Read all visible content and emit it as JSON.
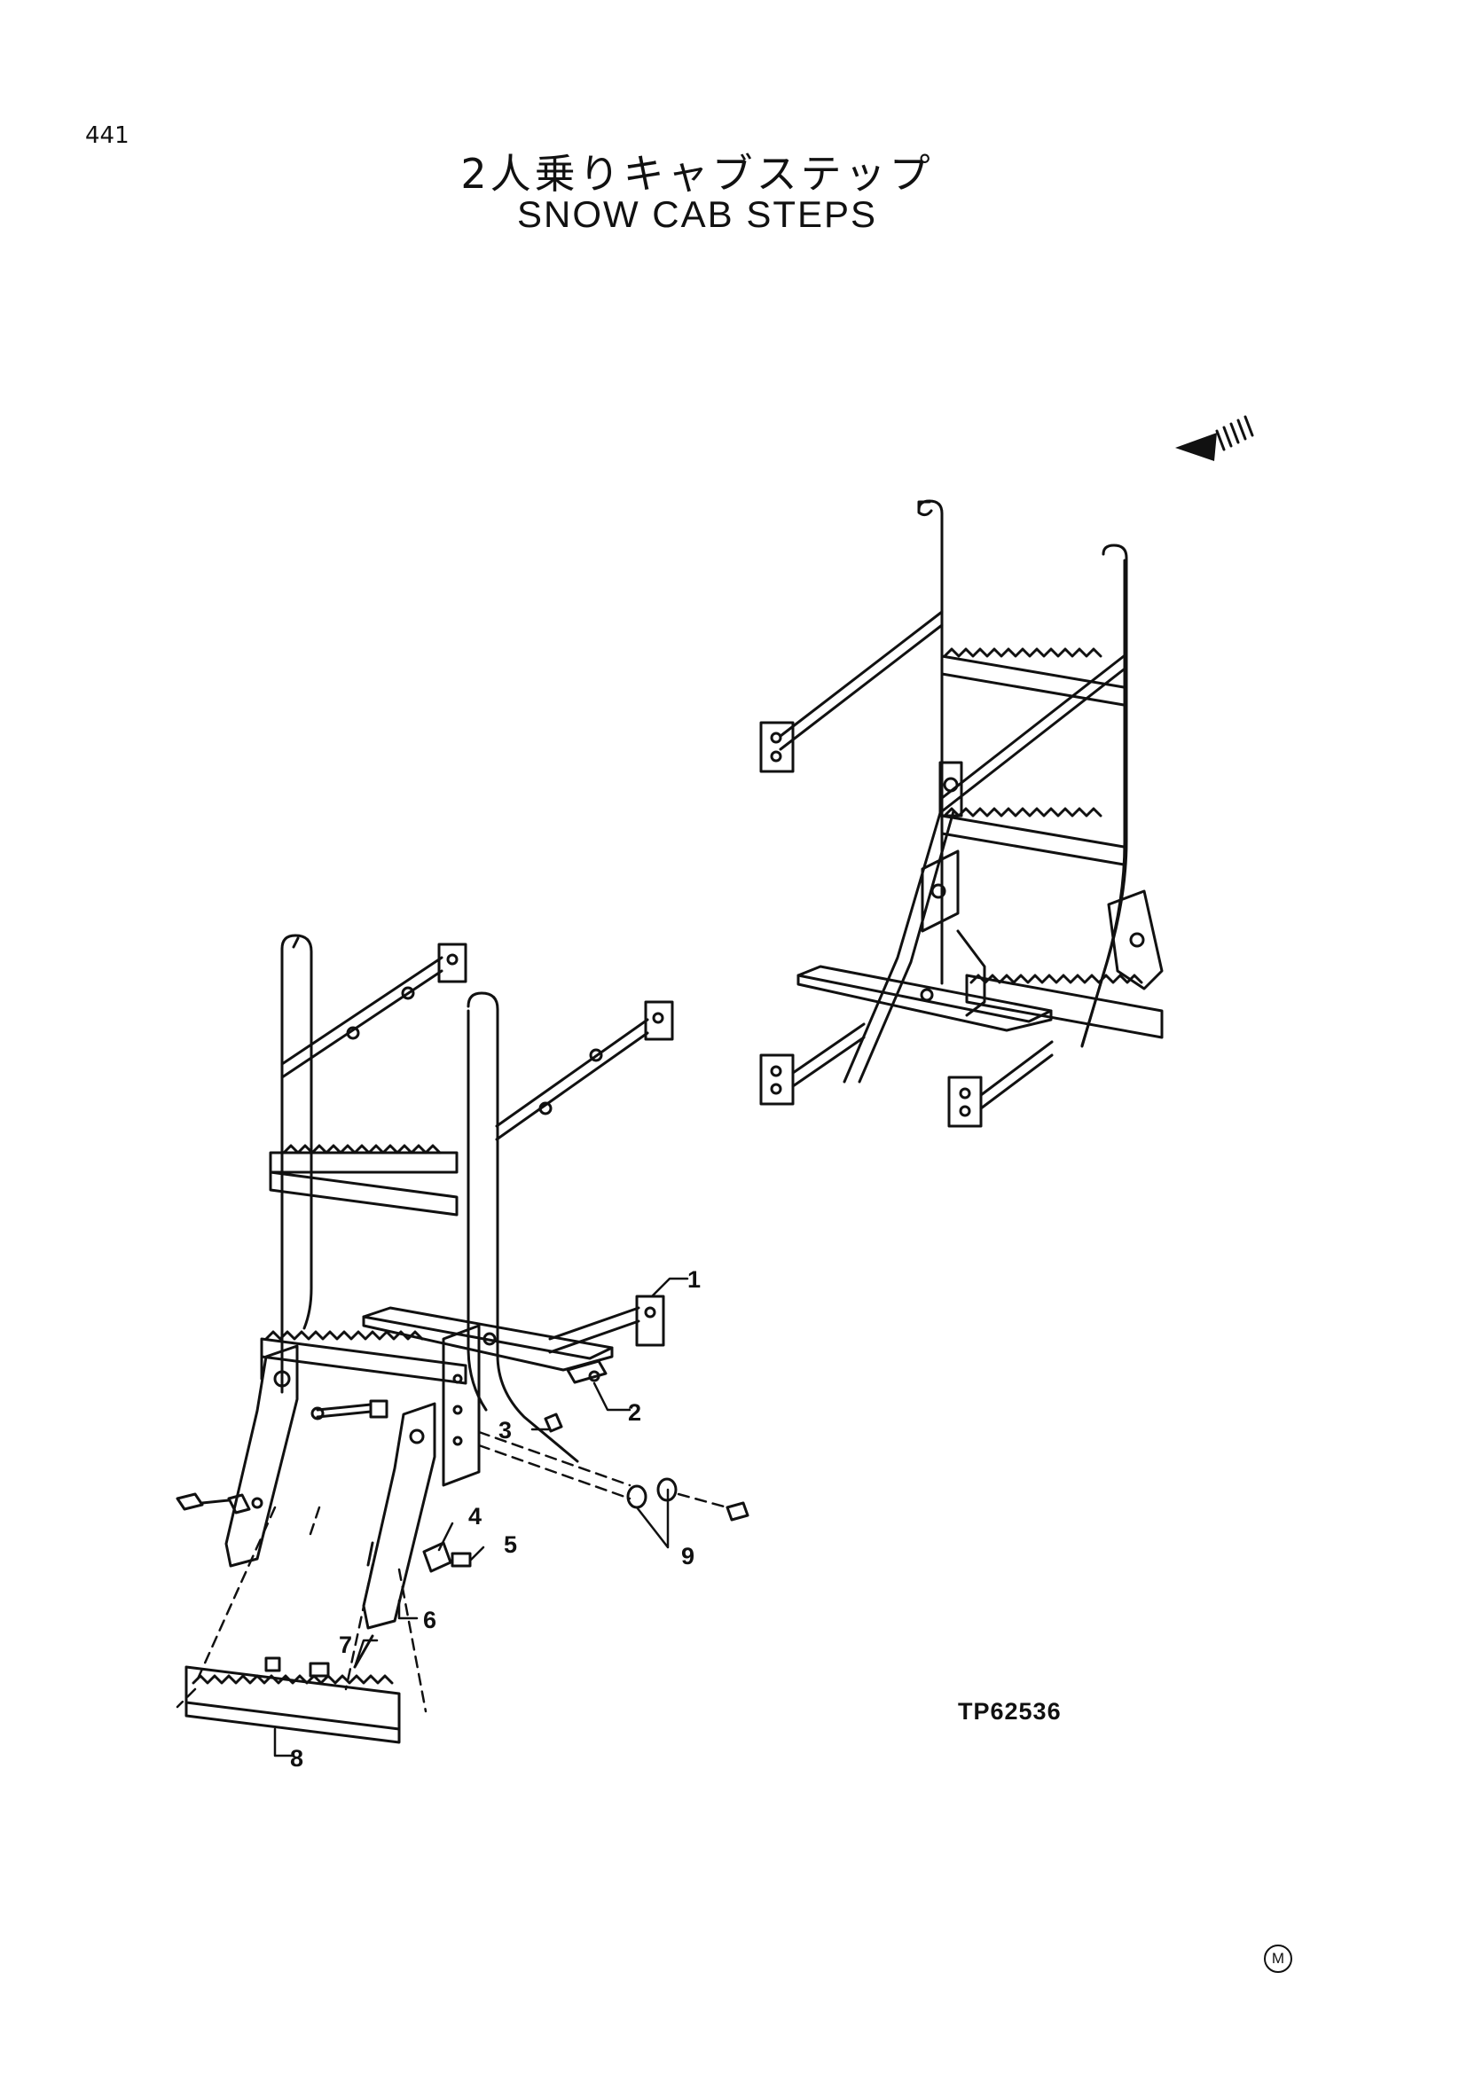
{
  "page_number": "441",
  "title_jp": "2人乗りキャブステップ",
  "title_en": "SNOW CAB STEPS",
  "reference_code": "TP62536",
  "corner_mark": "M",
  "callouts": [
    "1",
    "2",
    "3",
    "4",
    "5",
    "6",
    "7",
    "8",
    "9"
  ],
  "icons": {
    "direction": "front-direction-arrow-icon"
  },
  "colors": {
    "ink": "#111111",
    "background": "#ffffff"
  }
}
